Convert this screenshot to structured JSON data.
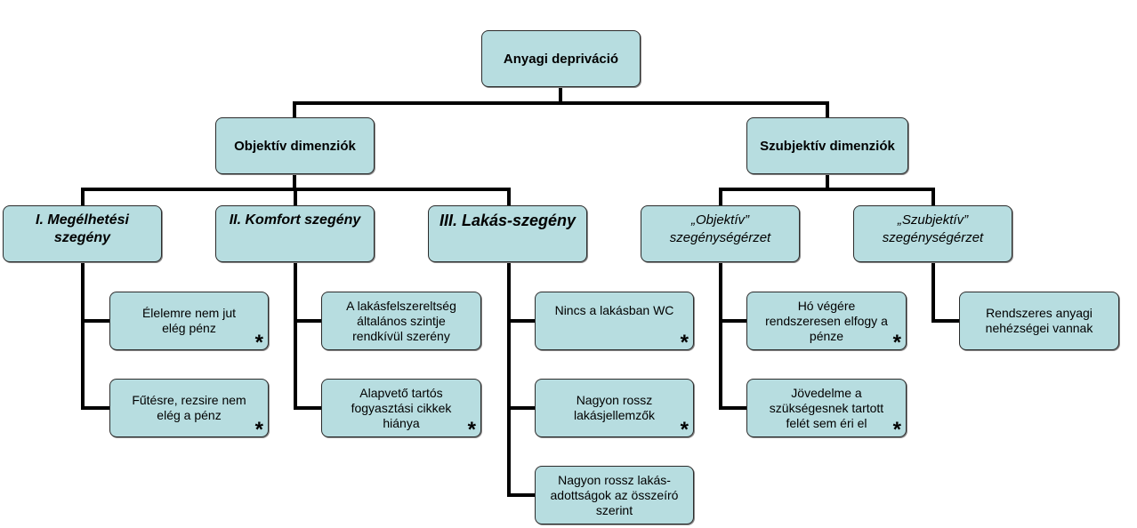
{
  "root": {
    "label": "Anyagi depriváció"
  },
  "dimensions": [
    {
      "label": "Objektív dimenziók"
    },
    {
      "label": "Szubjektív dimenziók"
    }
  ],
  "categories": [
    {
      "label": "I. Megélhetési\nszegény"
    },
    {
      "label": "II. Komfort szegény"
    },
    {
      "label": "III. Lakás-szegény"
    },
    {
      "label": "„Objektív”\nszegénységérzet"
    },
    {
      "label": "„Szubjektív”\nszegénységérzet"
    }
  ],
  "indicators": [
    {
      "label": "Élelemre nem jut\nelég pénz",
      "starred": true,
      "star": "*"
    },
    {
      "label": "Fűtésre, rezsire nem\nelég a pénz",
      "starred": true,
      "star": "*"
    },
    {
      "label": "A lakásfelszereltség\náltalános szintje\nrendkívül szerény",
      "starred": false
    },
    {
      "label": "Alapvető tartós\nfogyasztási cikkek\nhiánya",
      "starred": true,
      "star": "*"
    },
    {
      "label": "Nincs a lakásban WC",
      "starred": true,
      "star": "*"
    },
    {
      "label": "Nagyon rossz\nlakásjellemzők",
      "starred": true,
      "star": "*"
    },
    {
      "label": "Nagyon rossz lakás-\nadottságok az összeíró\nszerint",
      "starred": false
    },
    {
      "label": "Hó végére\nrendszeresen elfogy a\npénze",
      "starred": true,
      "star": "*"
    },
    {
      "label": "Jövedelme a\nszükségesnek tartott\nfelét sem éri el",
      "starred": true,
      "star": "*"
    },
    {
      "label": "Rendszeres anyagi\nnehézségei vannak",
      "starred": false
    }
  ],
  "colors": {
    "box_fill": "#b7dde0",
    "box_border": "#2b2b2b",
    "connector": "#000000"
  }
}
